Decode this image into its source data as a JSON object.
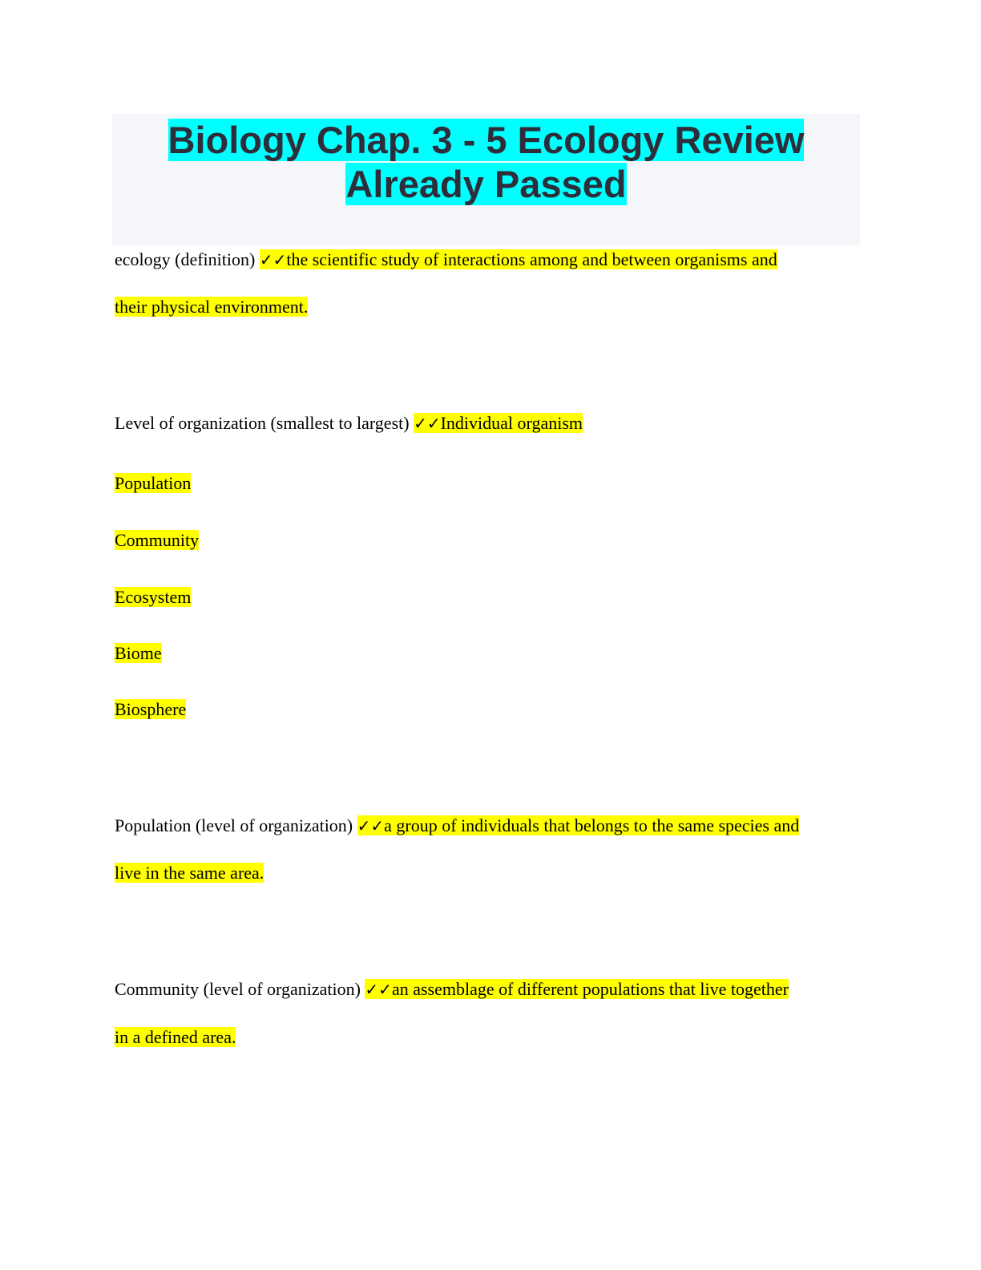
{
  "title": {
    "line1": "Biology Chap. 3 - 5 Ecology Review",
    "line2": "Already Passed"
  },
  "check": "✓✓",
  "entries": [
    {
      "term": "ecology (definition) ",
      "answer1": "the scientific study of interactions among and between organisms and",
      "answer2": "their physical environment."
    },
    {
      "term": "Level of organization (smallest to largest) ",
      "answer1": "Individual organism",
      "list": [
        "Population",
        "Community",
        "Ecosystem",
        "Biome",
        "Biosphere"
      ]
    },
    {
      "term": "Population (level of organization) ",
      "answer1": "a group of individuals that belongs to the same species and",
      "answer2": "live in the same area."
    },
    {
      "term": "Community (level of organization) ",
      "answer1": "an assemblage of different populations that live together",
      "answer2": "in a defined area."
    }
  ]
}
